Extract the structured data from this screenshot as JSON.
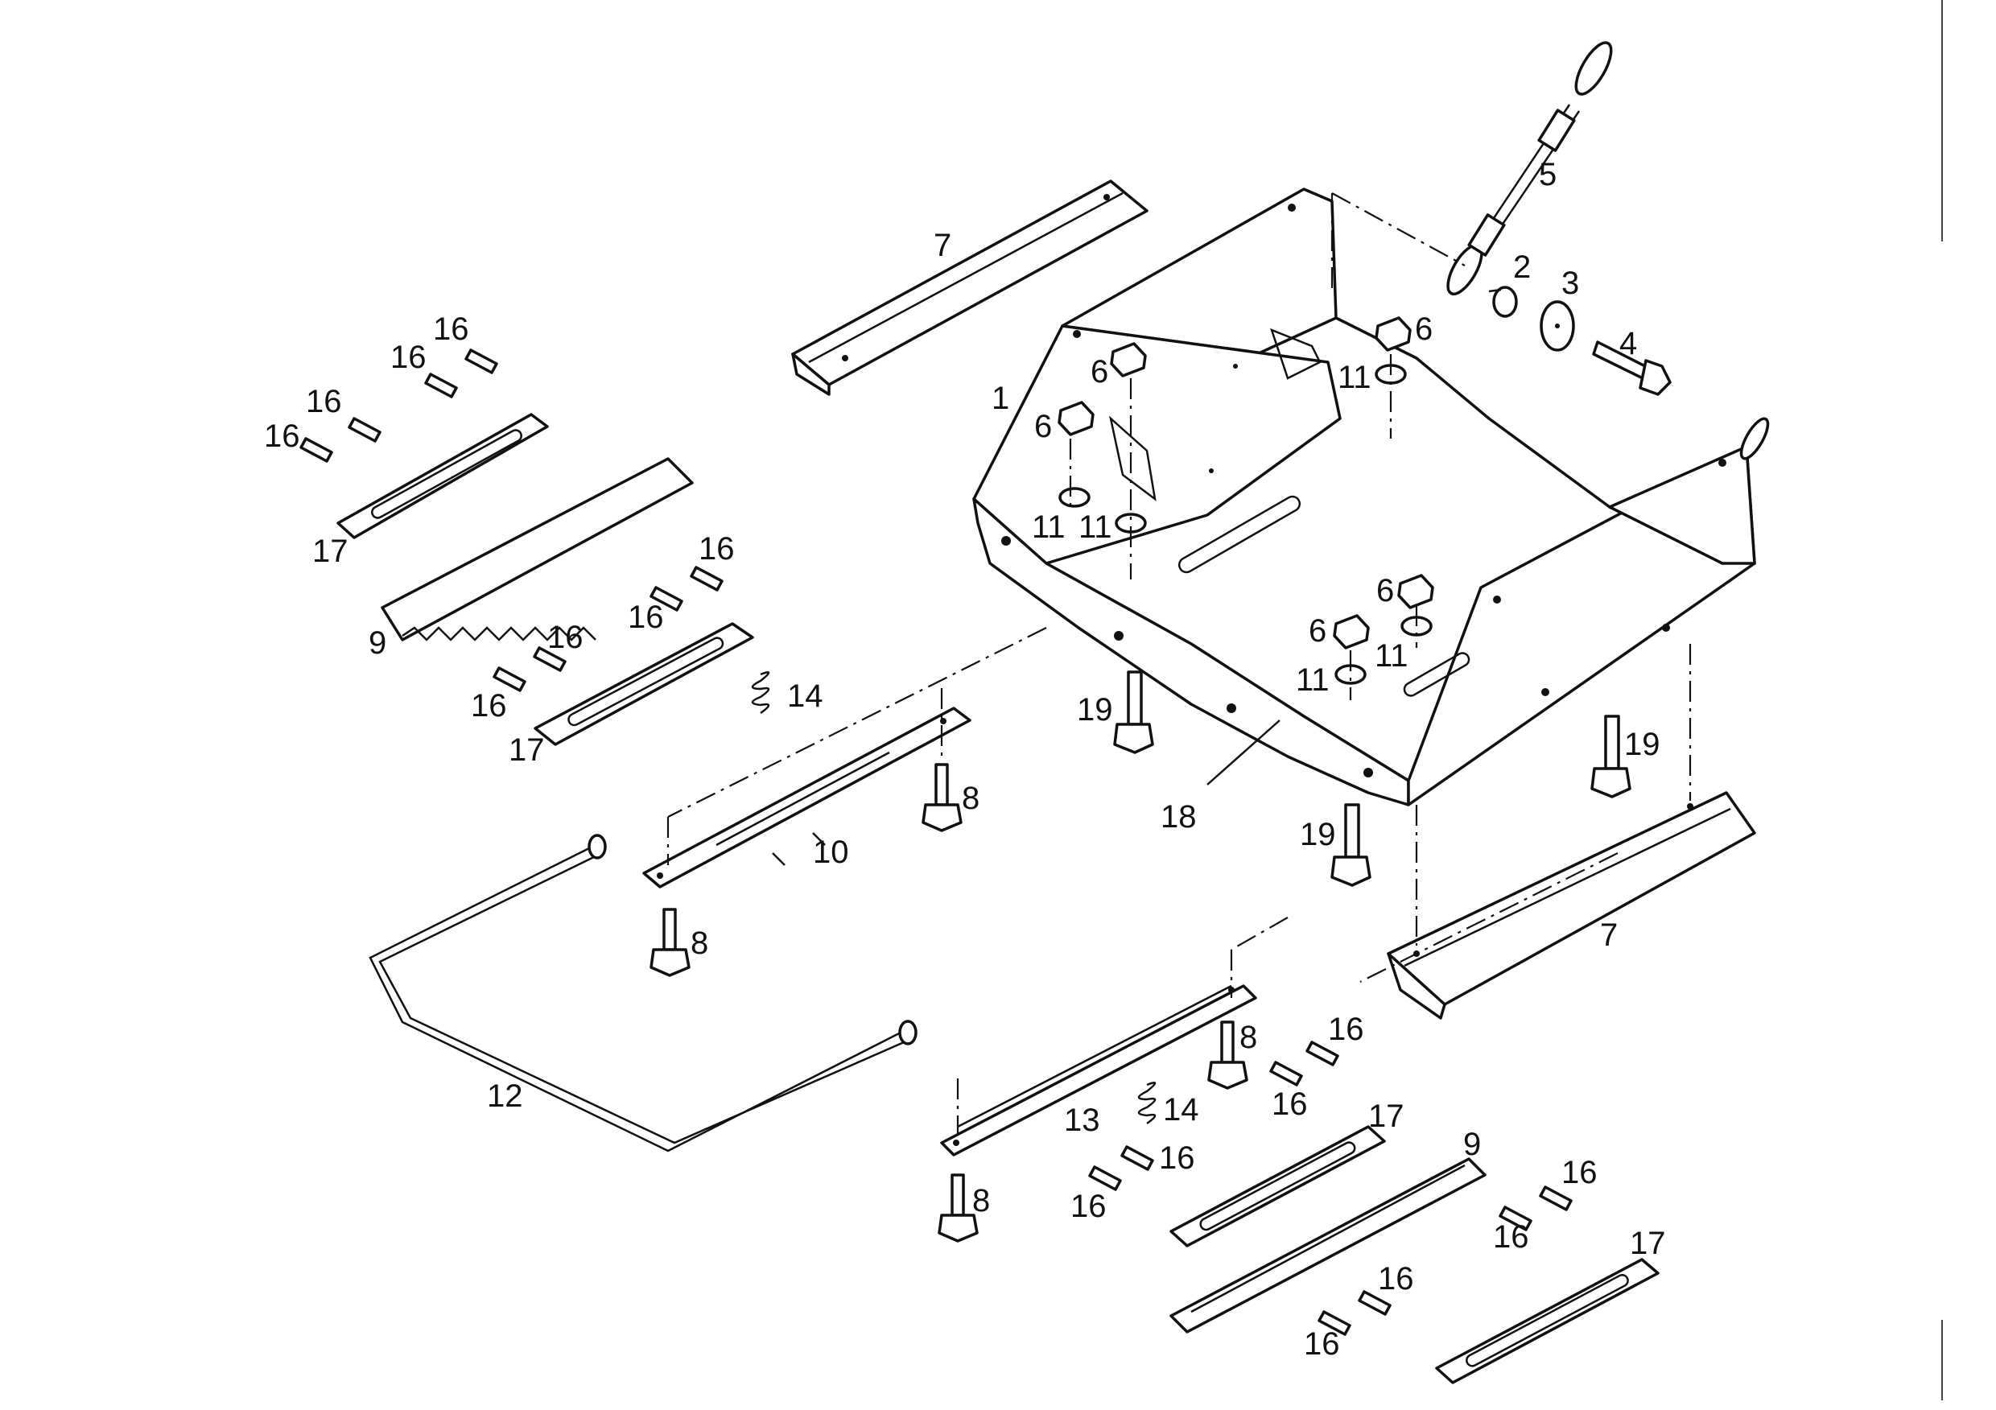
{
  "callouts": {
    "c1": "1",
    "c2": "2",
    "c3": "3",
    "c4": "4",
    "c5": "5",
    "c6": "6",
    "c7": "7",
    "c8": "8",
    "c9": "9",
    "c10": "10",
    "c11": "11",
    "c12": "12",
    "c13": "13",
    "c14": "14",
    "c16": "16",
    "c17": "17",
    "c18": "18",
    "c19": "19"
  }
}
